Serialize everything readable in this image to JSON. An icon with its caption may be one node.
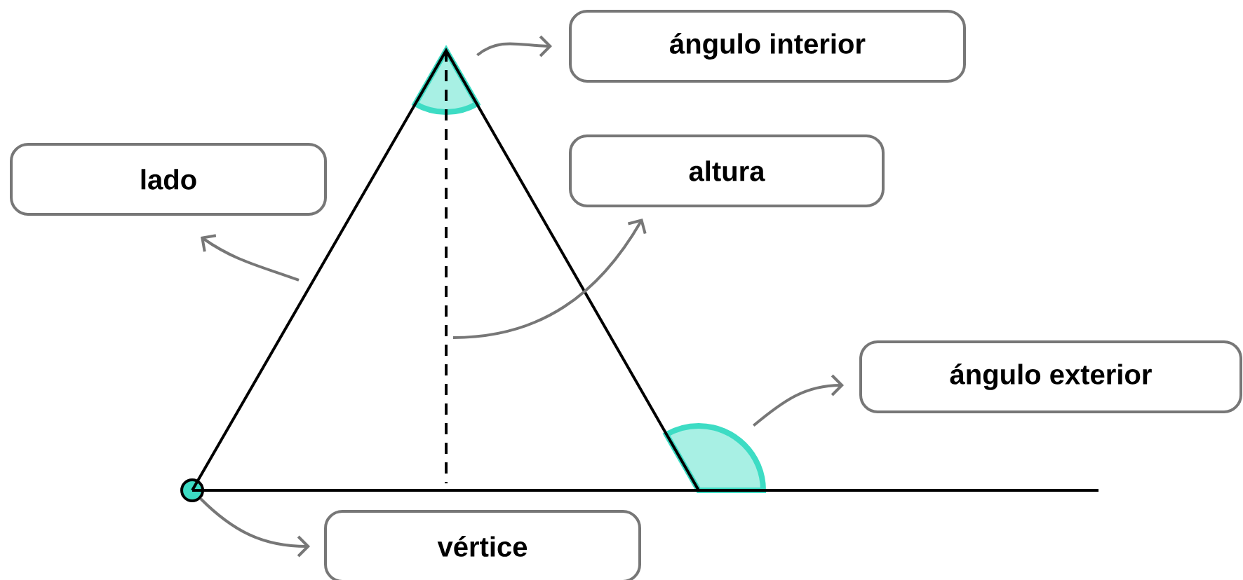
{
  "diagram": {
    "nodes": [
      {
        "text": [
          "ángulo interior"
        ]
      },
      {
        "text": [
          "lado"
        ]
      },
      {
        "text": [
          "altura"
        ]
      },
      {
        "text": [
          "ángulo exterior"
        ]
      },
      {
        "text": [
          "vértice"
        ]
      },
      {
        "text": [],
        "shape": "circle"
      },
      {
        "text": [],
        "shape": "sector"
      },
      {
        "text": [],
        "shape": "sector"
      }
    ],
    "edges": [
      {
        "from": 6,
        "to": 0,
        "arrow": "to"
      },
      {
        "from": null,
        "to": 1,
        "arrow": "to"
      },
      {
        "from": null,
        "to": 2,
        "arrow": "to"
      },
      {
        "from": 7,
        "to": 3,
        "arrow": "to"
      },
      {
        "from": 5,
        "to": 4,
        "arrow": "to"
      }
    ]
  }
}
